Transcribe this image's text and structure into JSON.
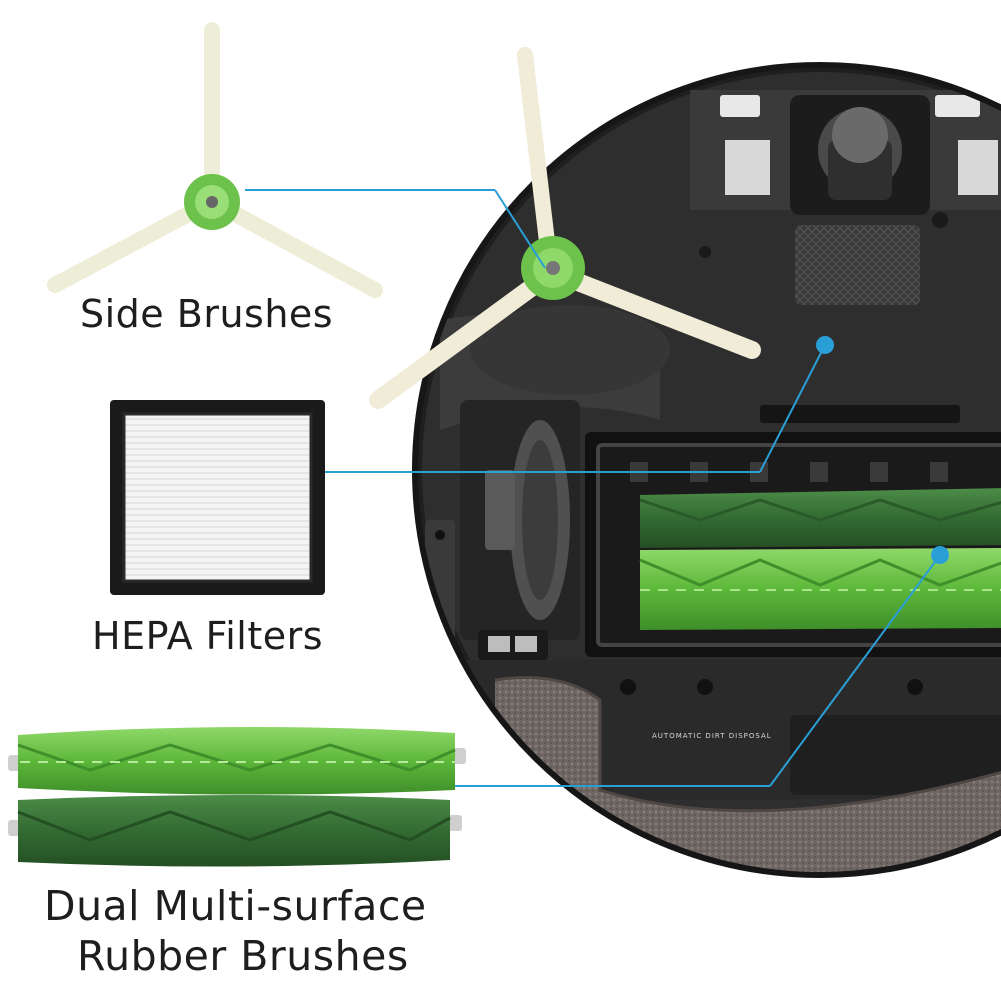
{
  "labels": {
    "side_brushes": "Side Brushes",
    "hepa_filters": "HEPA Filters",
    "dual_brushes_line1": "Dual Multi-surface",
    "dual_brushes_line2": "Rubber Brushes"
  },
  "robot_imprint": "AUTOMATIC DIRT DISPOSAL",
  "colors": {
    "accent_blue": "#2a9fd6",
    "brush_green": "#6cc24a",
    "brush_dark_green": "#3a7a3a",
    "robot_body": "#2b2b2b",
    "mop_gray": "#6a6260"
  }
}
